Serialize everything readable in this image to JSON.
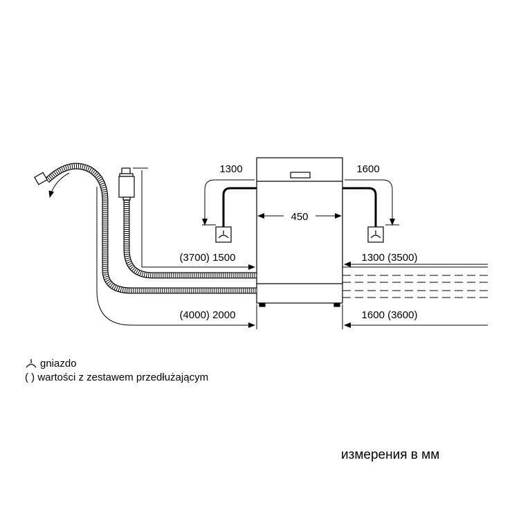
{
  "dimensions": {
    "left_height": "1300",
    "right_height": "1600",
    "width": "450",
    "left_upper_hose": "(3700) 1500",
    "right_upper_hose": "1300 (3500)",
    "left_lower_hose": "(4000) 2000",
    "right_lower_hose": "1600 (3600)"
  },
  "legend": {
    "socket_label": "gniazdo",
    "extension_label": "( ) wartości z zestawem przedłużającym"
  },
  "units_note": "измерения в мм",
  "icons": [
    "socket-icon",
    "water-tap-icon",
    "hose-coupling-icon"
  ],
  "colors": {
    "line": "#000000",
    "hose_fill": "#ffffff"
  }
}
